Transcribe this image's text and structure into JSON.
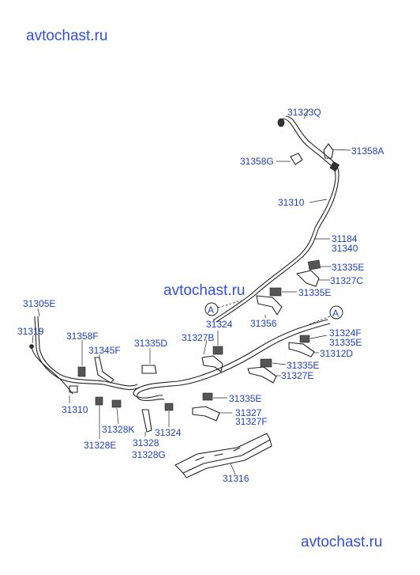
{
  "watermark": "avtochast.ru",
  "callout_letter": "A",
  "labels": {
    "p31323Q": "31323Q",
    "p31358A": "31358A",
    "p31358G": "31358G",
    "p31310_top": "31310",
    "p31184": "31184",
    "p31340": "31340",
    "p31335E_1": "31335E",
    "p31327C": "31327C",
    "p31335E_2": "31335E",
    "p31305E": "31305E",
    "p31319": "31319",
    "p31358F": "31358F",
    "p31345F": "31345F",
    "p31335D": "31335D",
    "p31324_mid": "31324",
    "p31327B": "31327B",
    "p31356": "31356",
    "p31324F": "31324F",
    "p31335E_3": "31335E",
    "p31312D": "31312D",
    "p31335E_4": "31335E",
    "p31327E": "31327E",
    "p31310_left": "31310",
    "p31335E_5": "31335E",
    "p31327": "31327",
    "p31327F": "31327F",
    "p31328K": "31328K",
    "p31328": "31328",
    "p31328G": "31328G",
    "p31324_low": "31324",
    "p31328E": "31328E",
    "p31316": "31316"
  }
}
